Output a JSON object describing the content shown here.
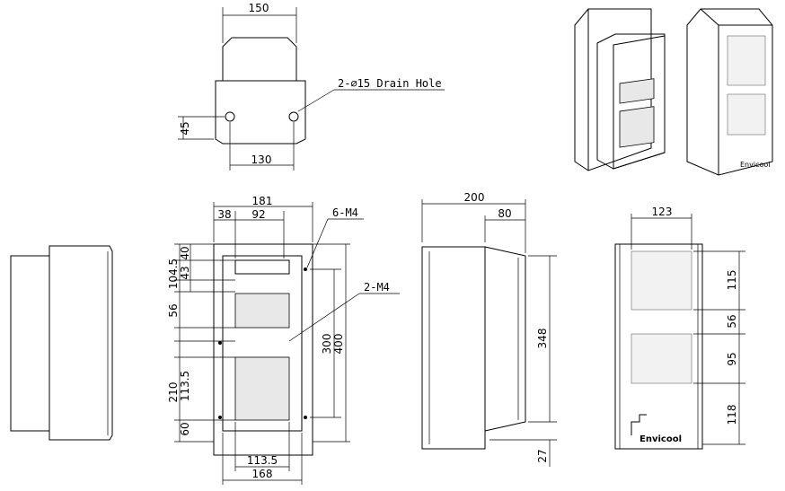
{
  "top_view": {
    "dims": {
      "top_width": "150",
      "hole_spacing": "130",
      "hole_height": "45"
    },
    "label": "2-∅15 Drain Hole"
  },
  "front_view": {
    "dims": {
      "width": "181",
      "left_offset": "38",
      "inner_width": "92",
      "h1": "104.5",
      "h2": "40",
      "h3": "43",
      "h4": "56",
      "h5": "210",
      "h6": "113.5",
      "h7": "60",
      "height_inner": "300",
      "height_total": "400",
      "bottom_inner": "113.5",
      "bottom_total": "168"
    },
    "labels": {
      "top_screws": "6-M4",
      "mid_screws": "2-M4"
    }
  },
  "side_view": {
    "dims": {
      "depth": "200",
      "depth_inner": "80",
      "height": "348",
      "bottom": "27"
    }
  },
  "back_view": {
    "dims": {
      "width": "123",
      "v1": "115",
      "v2": "56",
      "v3": "95",
      "v4": "118"
    },
    "logo_text": "Envicool"
  }
}
